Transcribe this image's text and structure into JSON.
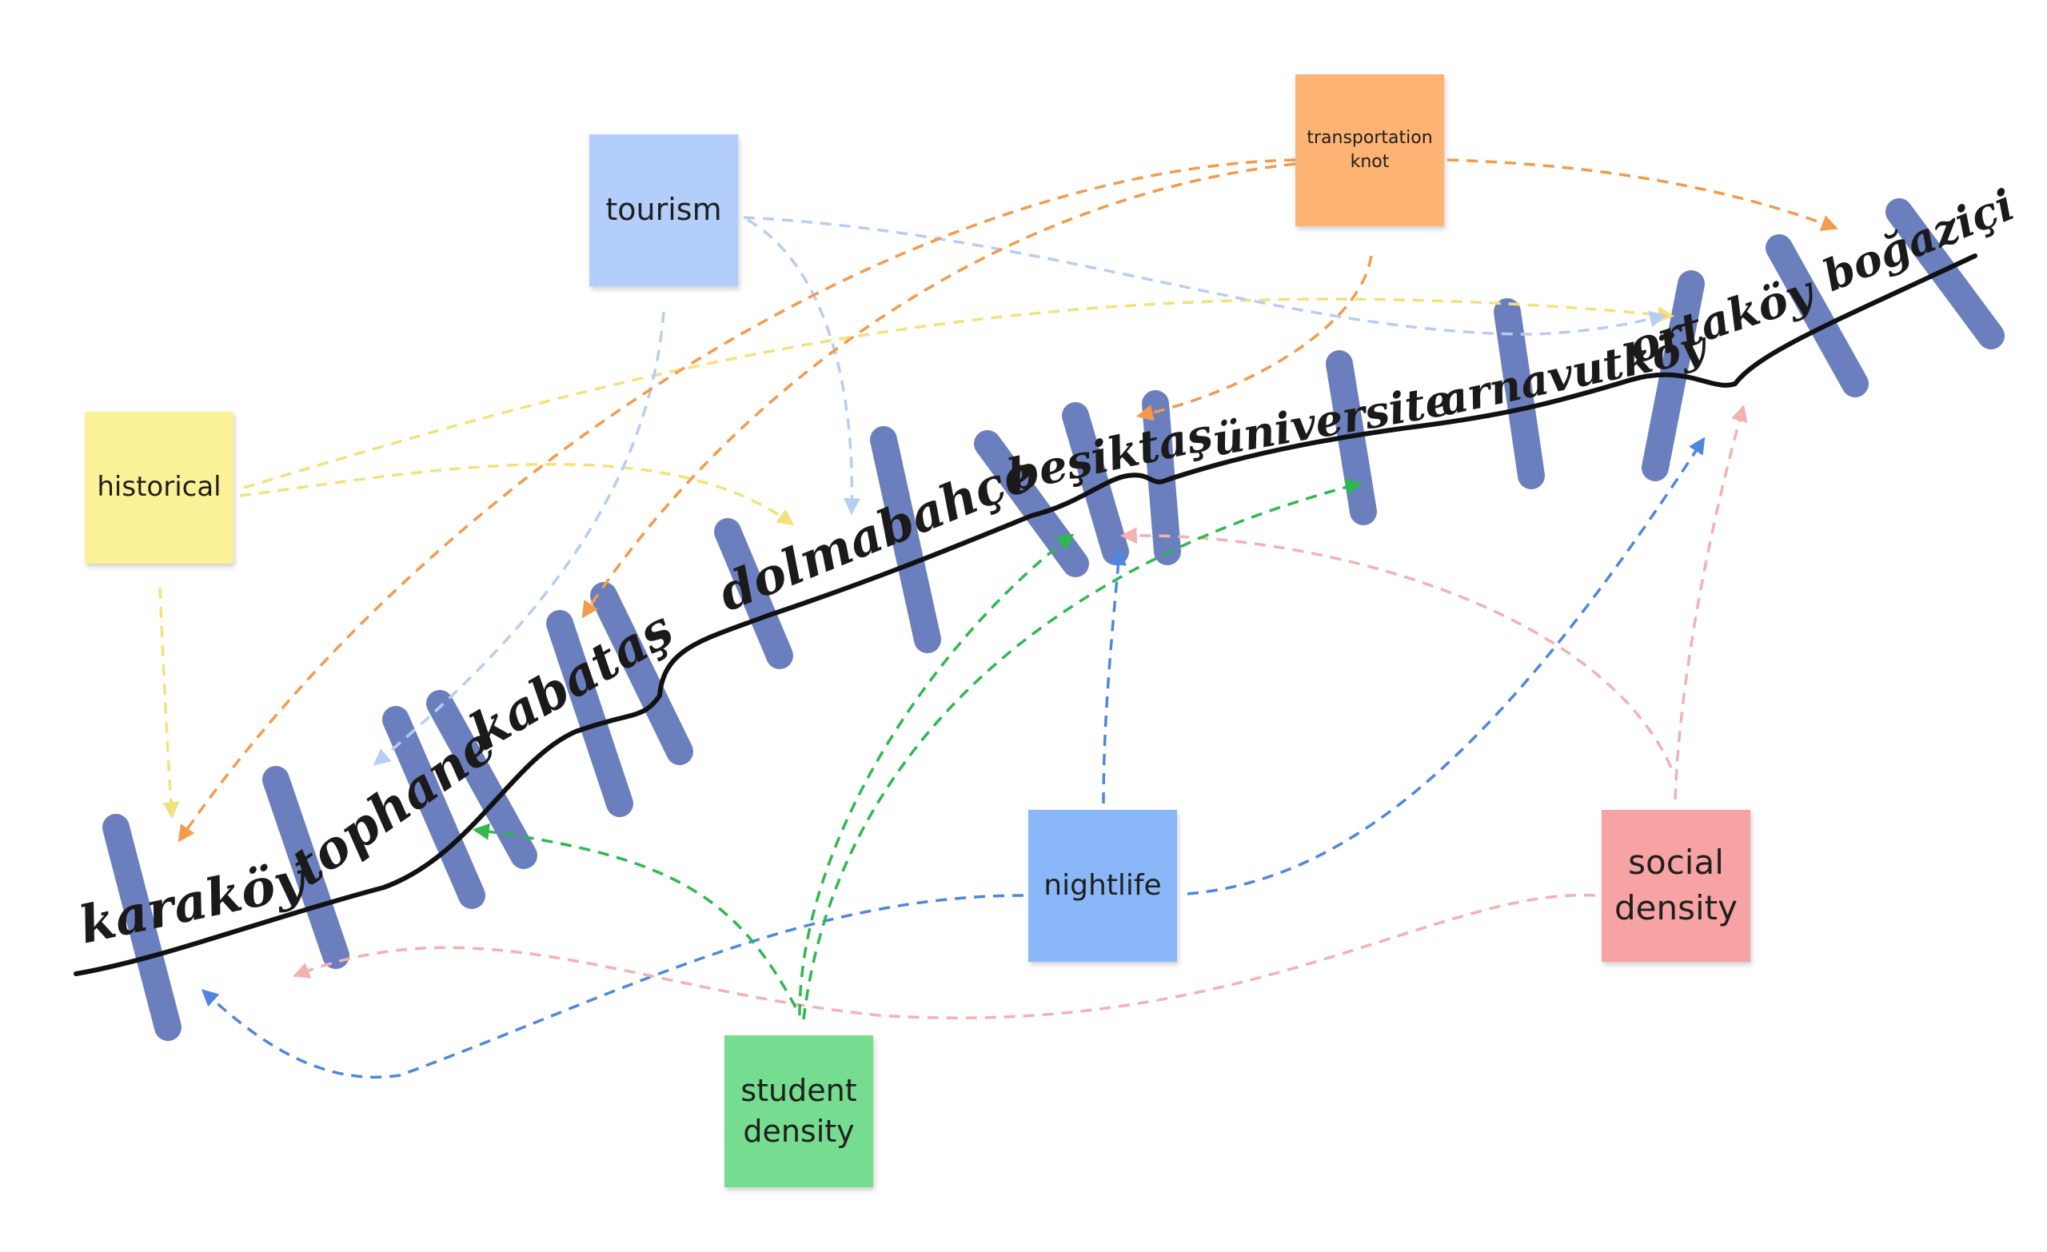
{
  "colors": {
    "historical": "#fbf196",
    "tourism": "#b3cefa",
    "transportation": "#fcb373",
    "nightlife": "#8ab7f8",
    "social": "#f8a3a3",
    "student": "#75dc90",
    "route_line": "#111111",
    "station_marks": "#4a63b0"
  },
  "notes": {
    "historical": "historical",
    "tourism": "tourism",
    "transportation_line1": "transportation",
    "transportation_line2": "knot",
    "nightlife": "nightlife",
    "social_line1": "social",
    "social_line2": "density",
    "student_line1": "student",
    "student_line2": "density"
  },
  "route_labels": [
    "karaköy",
    "tophane",
    "kabataş",
    "dolmabahçe",
    "beşiktaş",
    "üniversite",
    "arnavutköy",
    "ortaköy",
    "boğaziçi"
  ]
}
